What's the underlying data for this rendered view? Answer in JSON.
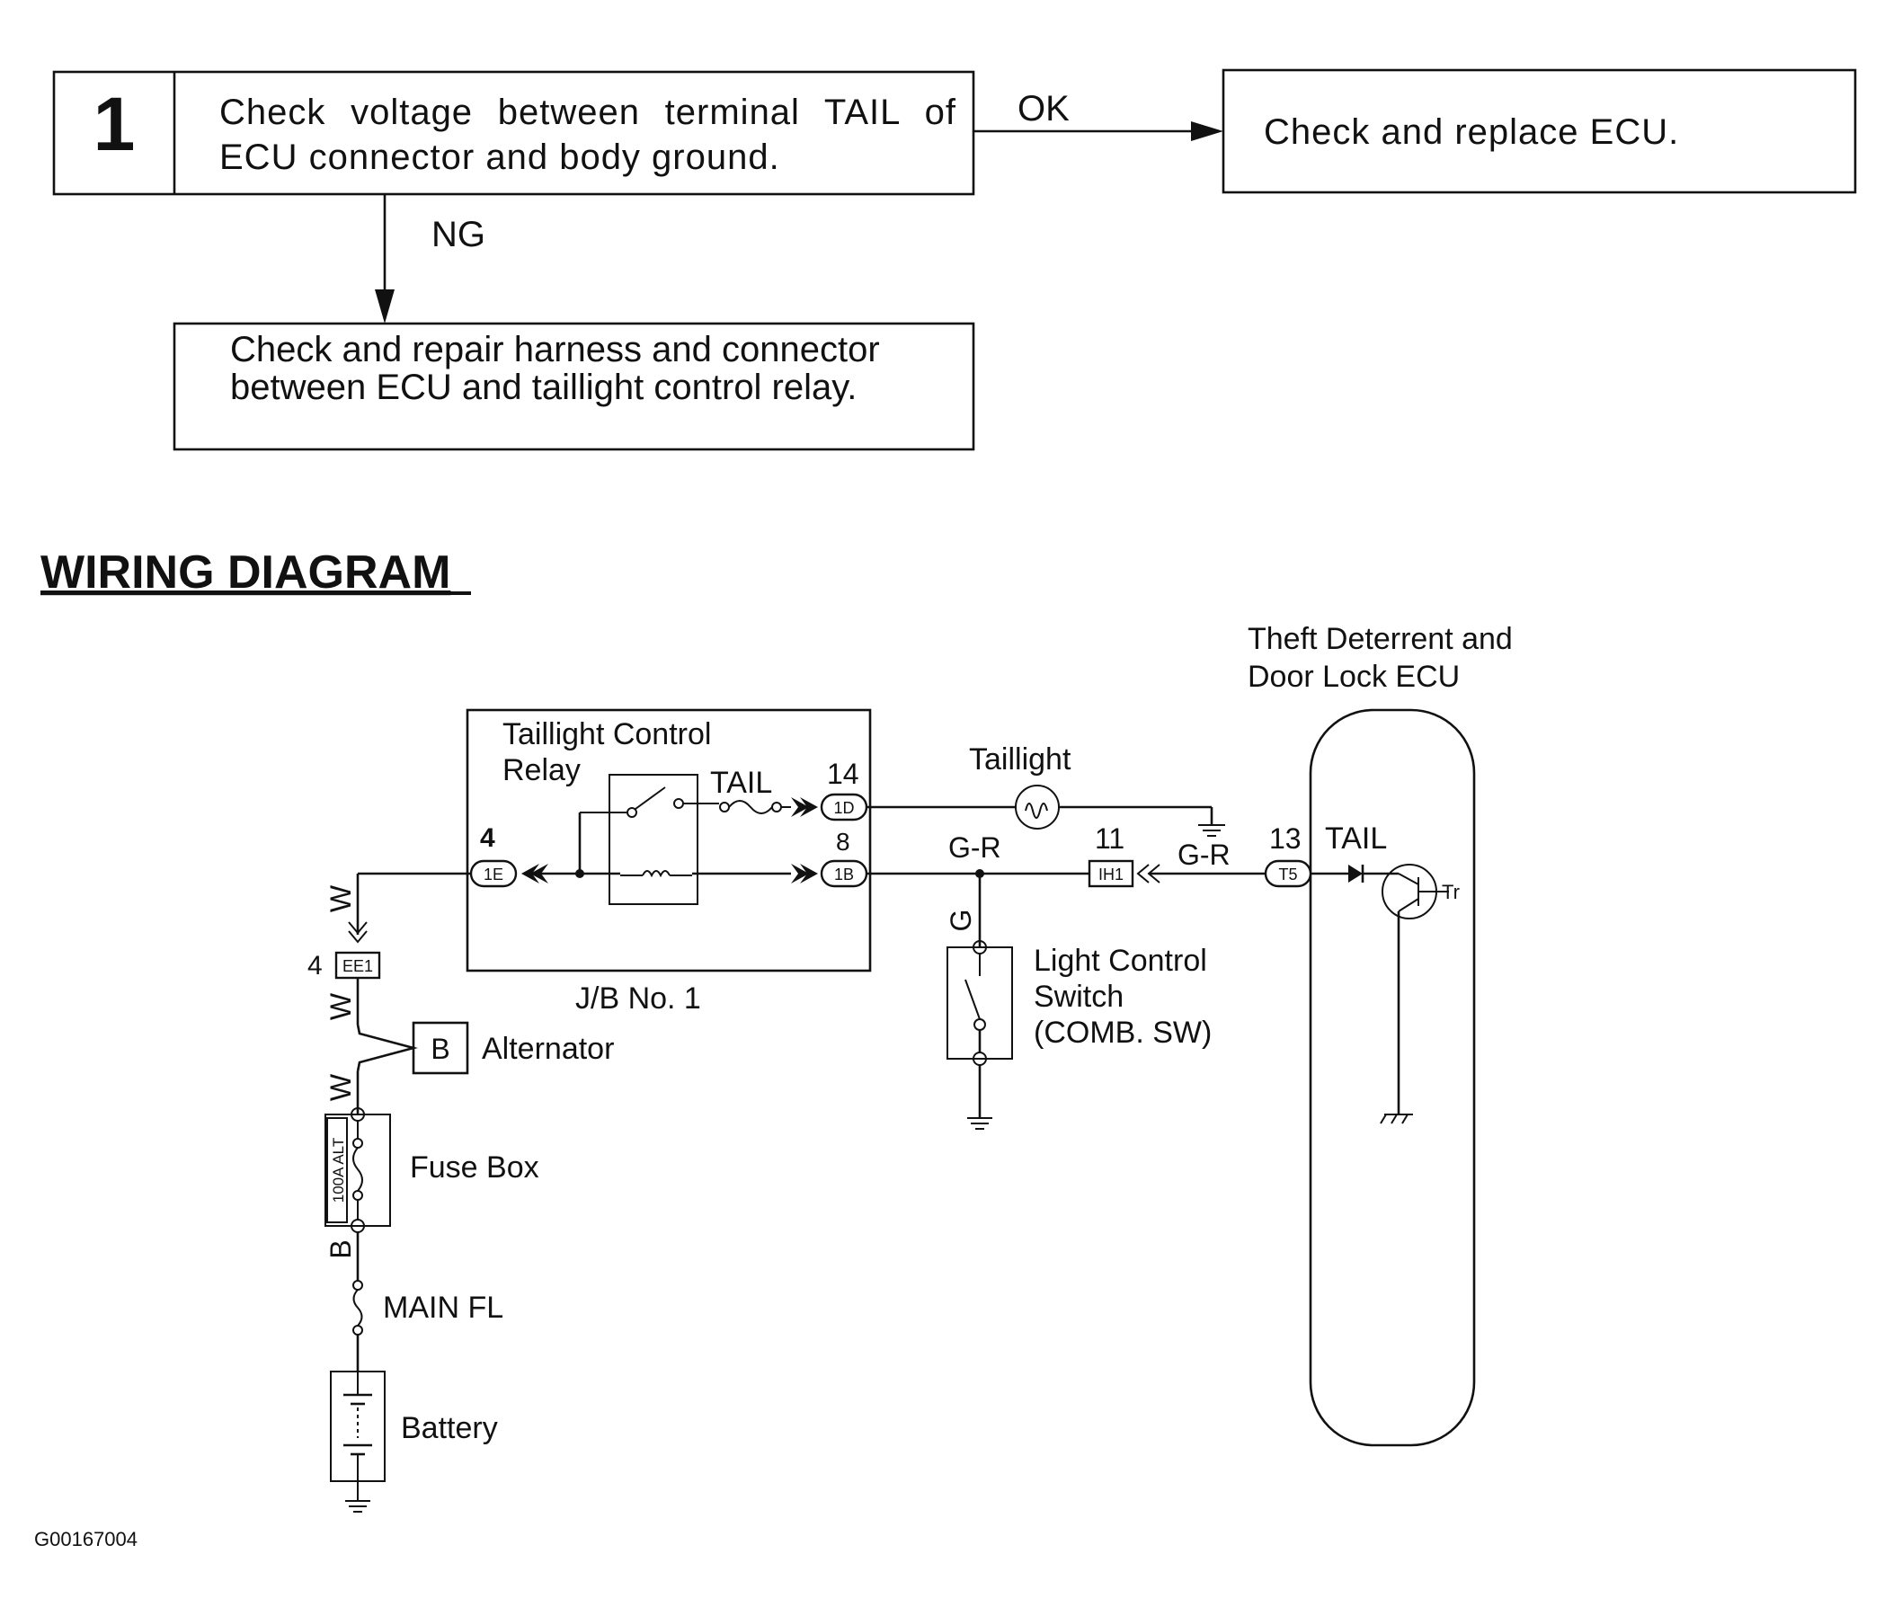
{
  "flow": {
    "step_number": "1",
    "step_text": "Check voltage between terminal TAIL of ECU connector and body ground.",
    "ok_label": "OK",
    "ok_result": "Check and replace ECU.",
    "ng_label": "NG",
    "ng_result": "Check and repair harness and connector between ECU and taillight control relay."
  },
  "section_title": "WIRING DIAGRAM",
  "wiring": {
    "ecu_label_1": "Theft Deterrent and",
    "ecu_label_2": "Door Lock ECU",
    "relay_label_1": "Taillight Control",
    "relay_label_2": "Relay",
    "tail_fuse": "TAIL",
    "pin_14": "14",
    "pin_8": "8",
    "pin_4": "4",
    "pin_11": "11",
    "pin_13": "13",
    "conn_1D": "1D",
    "conn_1B": "1B",
    "conn_1E": "1E",
    "conn_IH1": "IH1",
    "conn_T5": "T5",
    "conn_EE1": "EE1",
    "pin_4_ee1": "4",
    "taillight": "Taillight",
    "wire_GR_1": "G-R",
    "wire_GR_2": "G-R",
    "wire_G": "G",
    "wire_W_1": "W",
    "wire_W_2": "W",
    "wire_W_3": "W",
    "wire_B": "B",
    "ecu_tail": "TAIL",
    "transistor": "Tr",
    "jb_label": "J/B No. 1",
    "light_switch_1": "Light Control",
    "light_switch_2": "Switch",
    "light_switch_3": "(COMB. SW)",
    "alternator_terminal": "B",
    "alternator": "Alternator",
    "fuse_rating": "100A ALT",
    "fuse_box": "Fuse Box",
    "main_fl": "MAIN FL",
    "battery": "Battery"
  },
  "figure_id": "G00167004"
}
